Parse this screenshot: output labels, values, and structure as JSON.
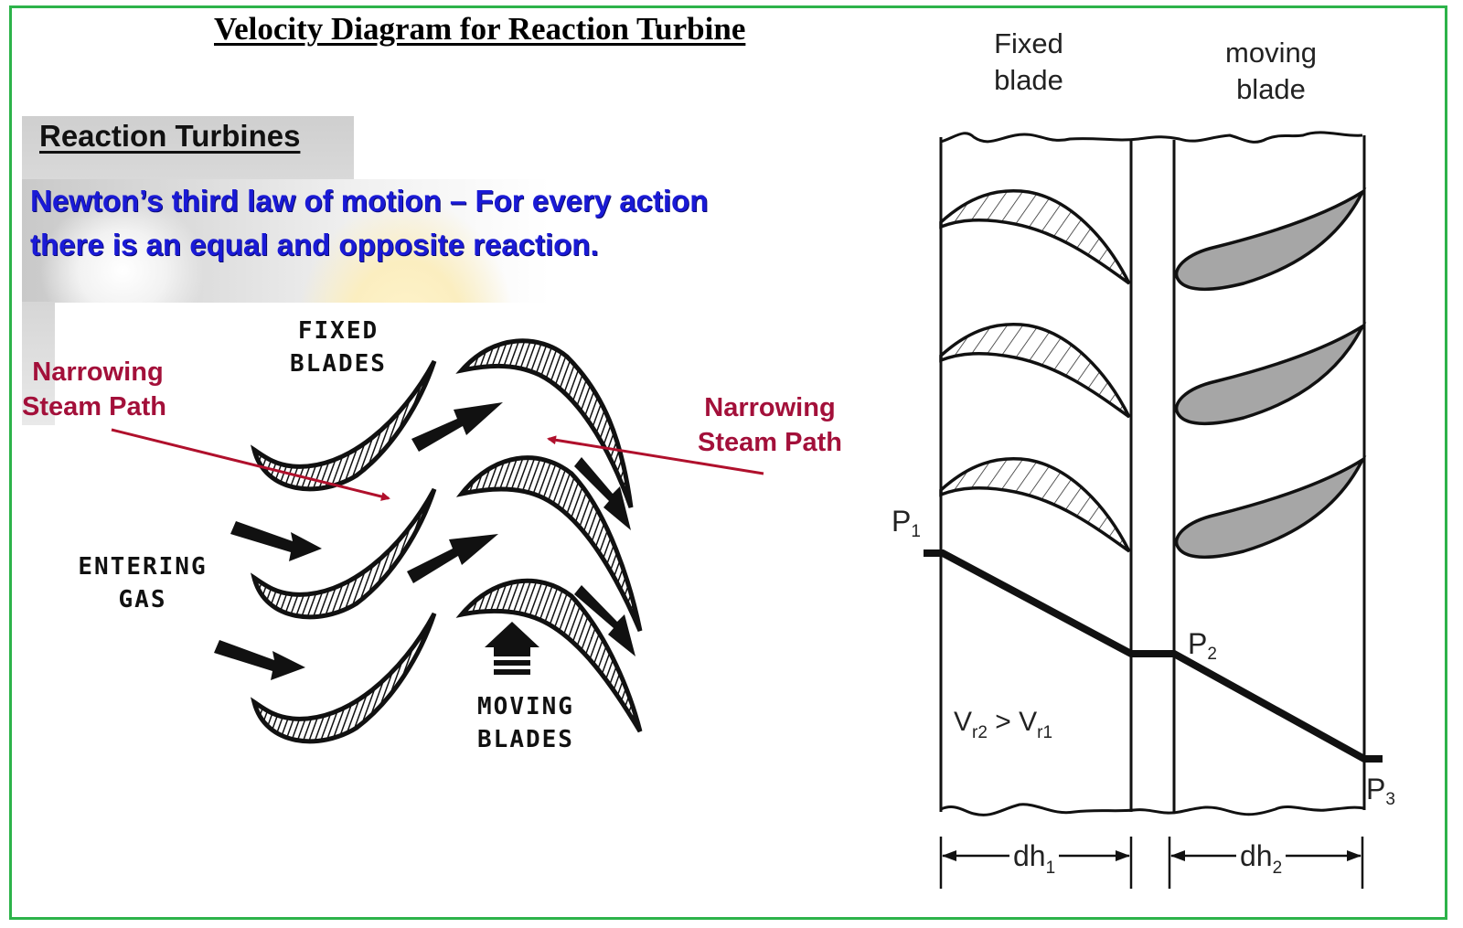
{
  "title": "Velocity Diagram for Reaction Turbine",
  "left_panel": {
    "heading": "Reaction Turbines",
    "newton_line1": "Newton’s third law of motion – For every action",
    "newton_line2": "there is an equal and opposite reaction.",
    "fixed_blades_line1": "FIXED",
    "fixed_blades_line2": "BLADES",
    "entering_gas_line1": "ENTERING",
    "entering_gas_line2": "GAS",
    "moving_blades_line1": "MOVING",
    "moving_blades_line2": "BLADES",
    "narrowing_left_line1": "Narrowing",
    "narrowing_left_line2": "Steam Path",
    "narrowing_right_line1": "Narrowing",
    "narrowing_right_line2": "Steam Path",
    "annotation_color": "#a3103a",
    "newton_color": "#1a1ad6"
  },
  "right_panel": {
    "fixed_label_line1": "Fixed",
    "fixed_label_line2": "blade",
    "moving_label_line1": "moving",
    "moving_label_line2": "blade",
    "p1": "P",
    "p1_sub": "1",
    "p2": "P",
    "p2_sub": "2",
    "p3": "P",
    "p3_sub": "3",
    "velocity_relation": {
      "v": "V",
      "sub_a": "r2",
      "op": " > ",
      "v2": "V",
      "sub_b": "r1"
    },
    "dh1": "dh",
    "dh1_sub": "1",
    "dh2": "dh",
    "dh2_sub": "2",
    "moving_blade_fill": "#a6a6a6",
    "frame_color": "#2db34a"
  }
}
